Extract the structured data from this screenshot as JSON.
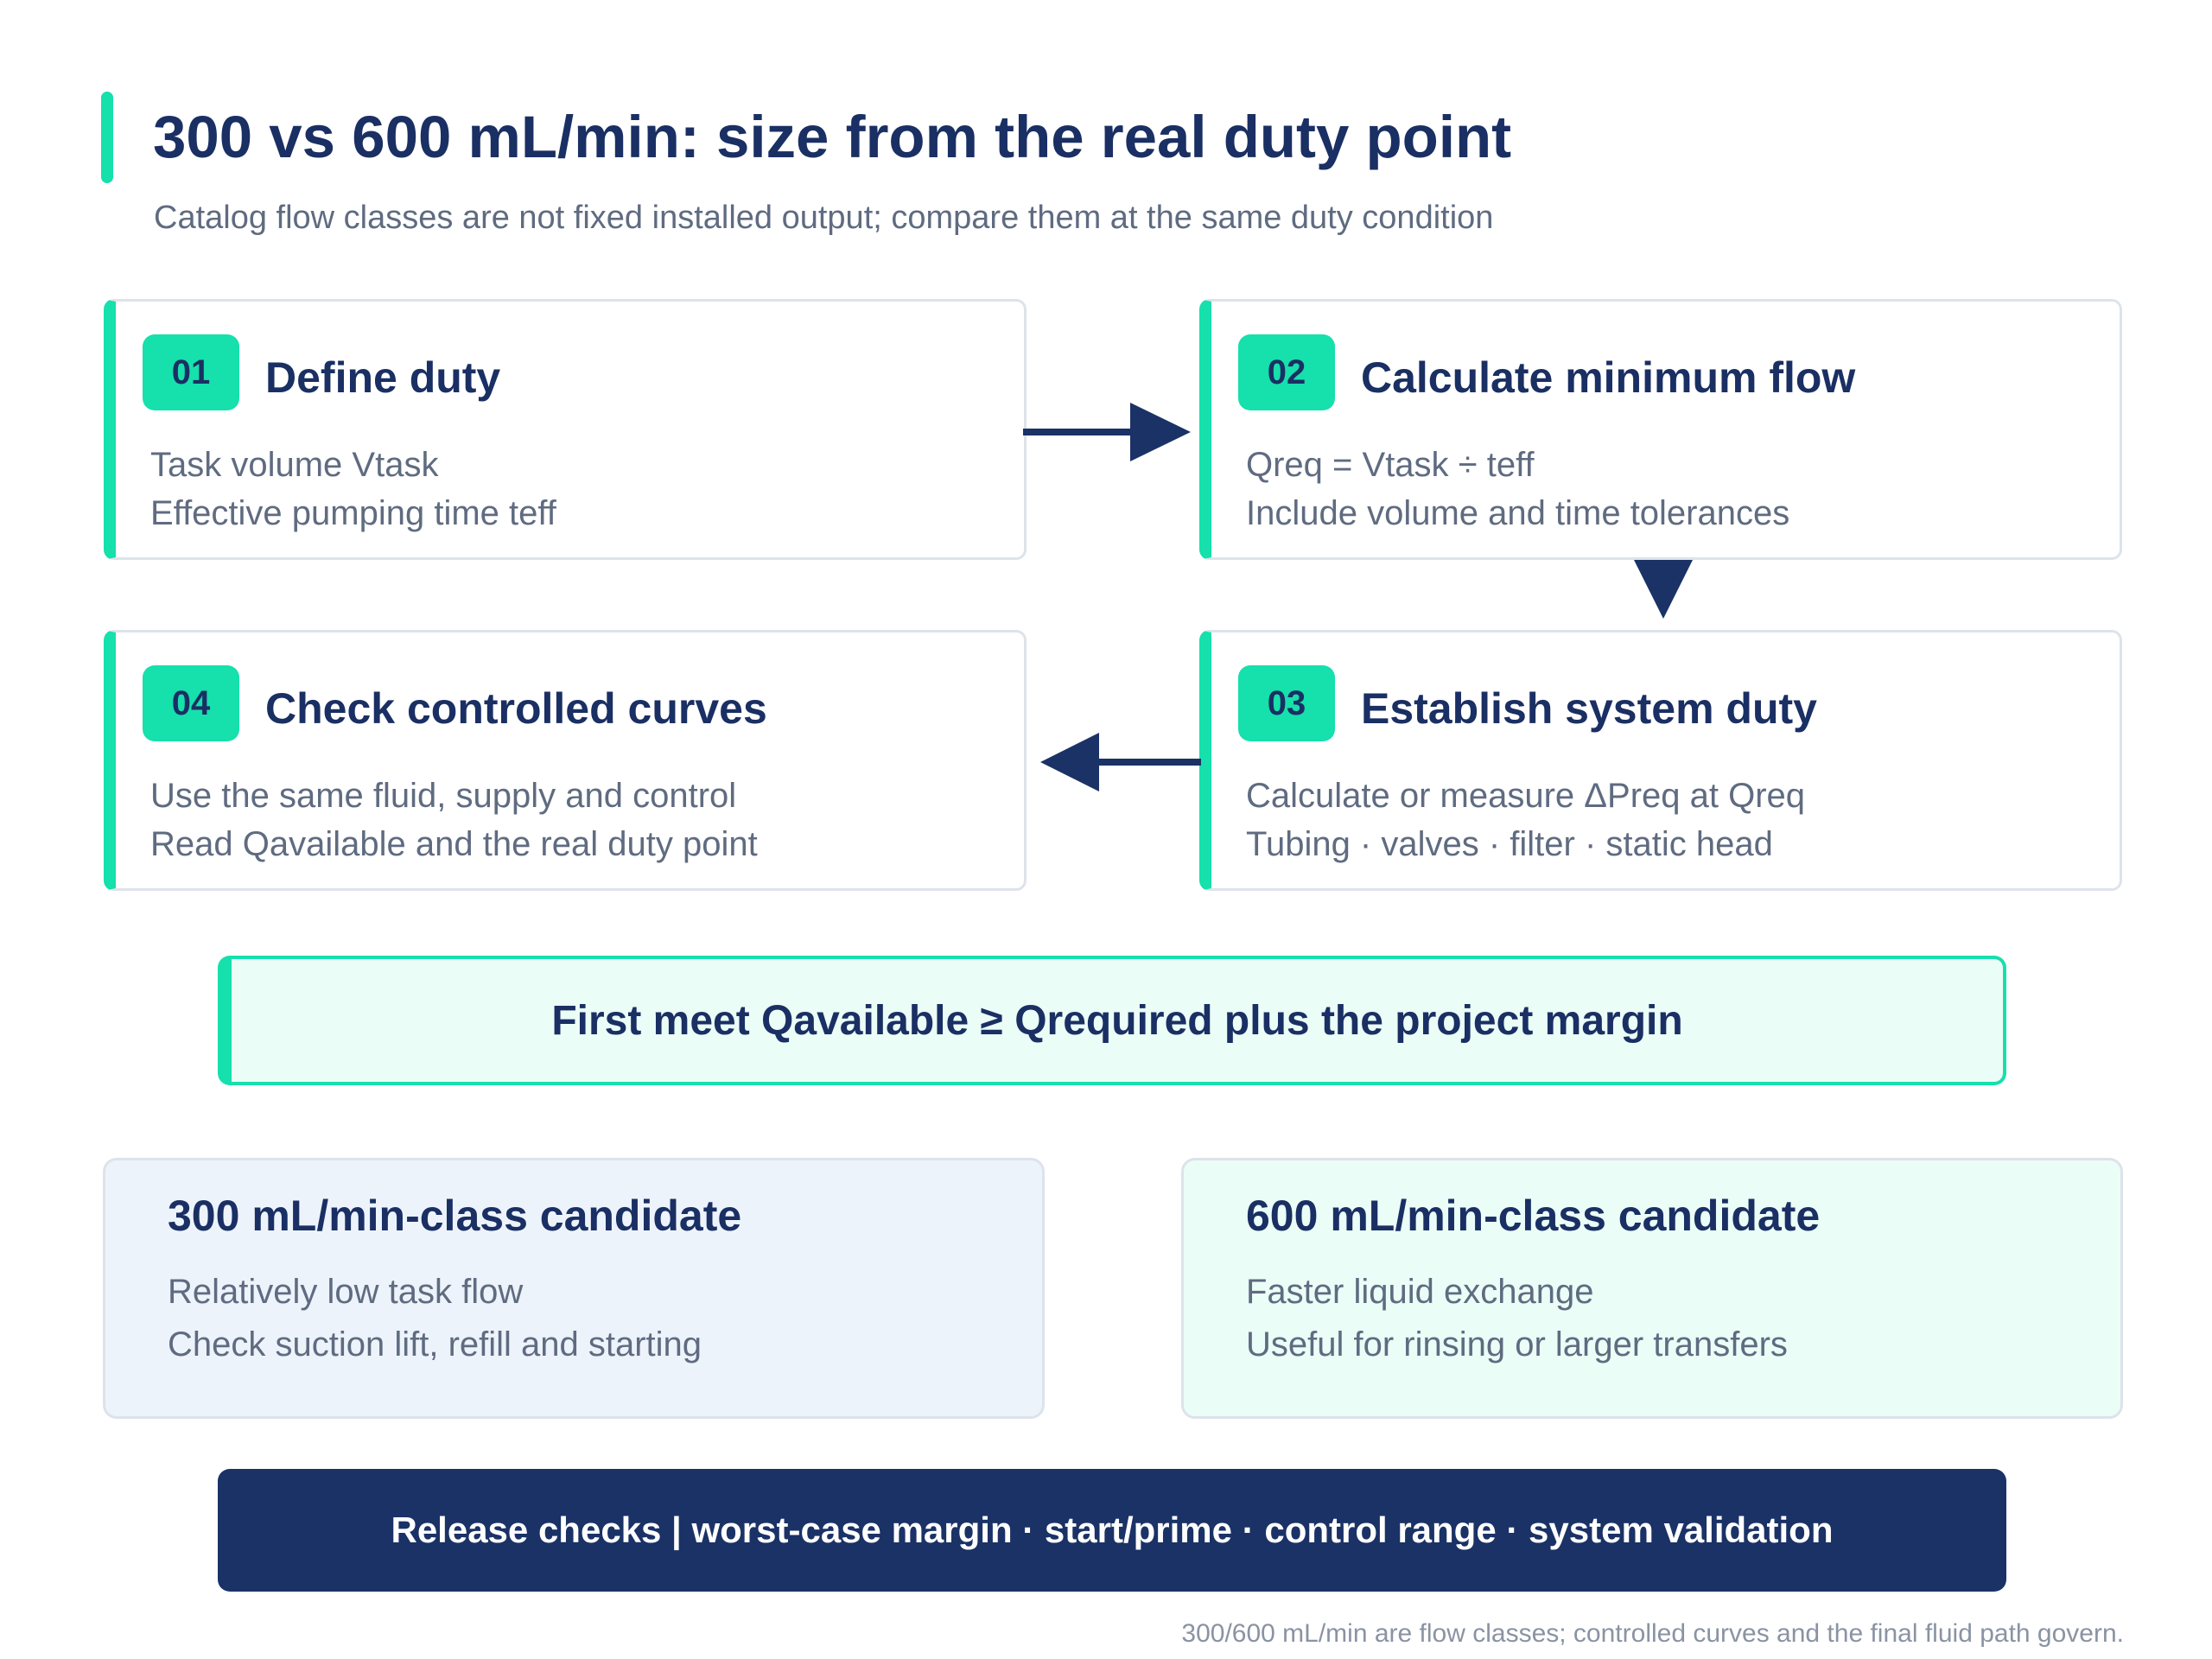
{
  "header": {
    "title": "300 vs 600 mL/min: size from the real duty point",
    "subtitle": "Catalog flow classes are not fixed installed output; compare them at the same duty condition"
  },
  "steps": [
    {
      "number": "01",
      "title": "Define duty",
      "lines": [
        "Task volume Vtask",
        "Effective pumping time teff"
      ]
    },
    {
      "number": "02",
      "title": "Calculate minimum flow",
      "lines": [
        "Qreq = Vtask ÷ teff",
        "Include volume and time tolerances"
      ]
    },
    {
      "number": "03",
      "title": "Establish system duty",
      "lines": [
        "Calculate or measure ΔPreq at Qreq",
        "Tubing · valves · filter · static head"
      ]
    },
    {
      "number": "04",
      "title": "Check controlled curves",
      "lines": [
        "Use the same fluid, supply and control",
        "Read Qavailable and the real duty point"
      ]
    }
  ],
  "rule": {
    "text": "First meet Qavailable ≥ Qrequired plus the project margin"
  },
  "candidates": [
    {
      "title": "300 mL/min-class candidate",
      "lines": [
        "Relatively low task flow",
        "Check suction lift, refill and starting"
      ]
    },
    {
      "title": "600 mL/min-class candidate",
      "lines": [
        "Faster liquid exchange",
        "Useful for rinsing or larger transfers"
      ]
    }
  ],
  "release": {
    "text": "Release checks | worst-case margin · start/prime · control range · system validation"
  },
  "footnote": "300/600 mL/min are flow classes; controlled curves and the final fluid path govern.",
  "colors": {
    "accent": "#16e0ac",
    "navy": "#1a2f63",
    "text_gray": "#5f6b80"
  }
}
